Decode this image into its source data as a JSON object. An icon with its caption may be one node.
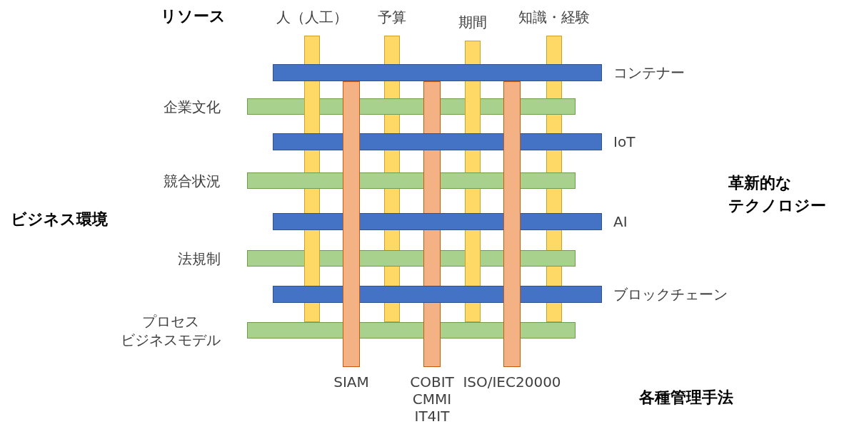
{
  "diagram": {
    "nodes": [
      {
        "text": [
          "人（人工）"
        ]
      },
      {
        "text": [
          "予算"
        ]
      },
      {
        "text": [
          "期間"
        ]
      },
      {
        "text": [
          "知識・経験"
        ]
      },
      {
        "text": [
          "コンテナー"
        ]
      },
      {
        "text": [
          "企業文化"
        ]
      },
      {
        "text": [
          "IoT"
        ]
      },
      {
        "text": [
          "競合状況"
        ]
      },
      {
        "text": [
          "AI"
        ]
      },
      {
        "text": [
          "法規制"
        ]
      },
      {
        "text": [
          "ブロックチェーン"
        ]
      },
      {
        "text": [
          "プロセス",
          "ビジネスモデル"
        ]
      },
      {
        "text": [
          "SIAM"
        ]
      },
      {
        "text": [
          "COBIT",
          "CMMI",
          "IT4IT"
        ]
      },
      {
        "text": [
          "ISO/IEC20000"
        ]
      }
    ],
    "edges": [],
    "labels": [
      "リソース",
      "ビジネス環境",
      "革新的な",
      "テクノロジー",
      "各種管理手法"
    ]
  }
}
